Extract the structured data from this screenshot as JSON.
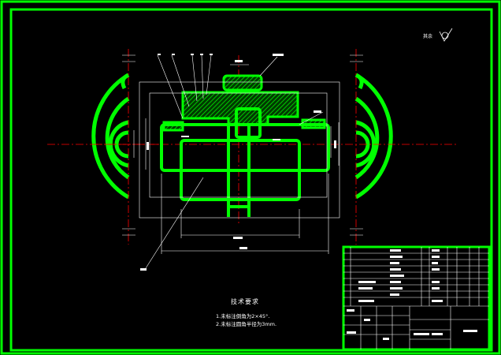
{
  "drawing": {
    "roughness_label": "其余",
    "technical_requirements": {
      "title": "技术要求",
      "items": [
        "1.未标注倒角为2×45°.",
        "2.未标注圆角半径为3mm."
      ]
    }
  },
  "colors": {
    "background": "#000000",
    "frame": "#00ff00",
    "part_outline": "#00ff00",
    "center_line": "#ff0000",
    "dimension": "#ffffff",
    "hatch": "#00ff00"
  }
}
